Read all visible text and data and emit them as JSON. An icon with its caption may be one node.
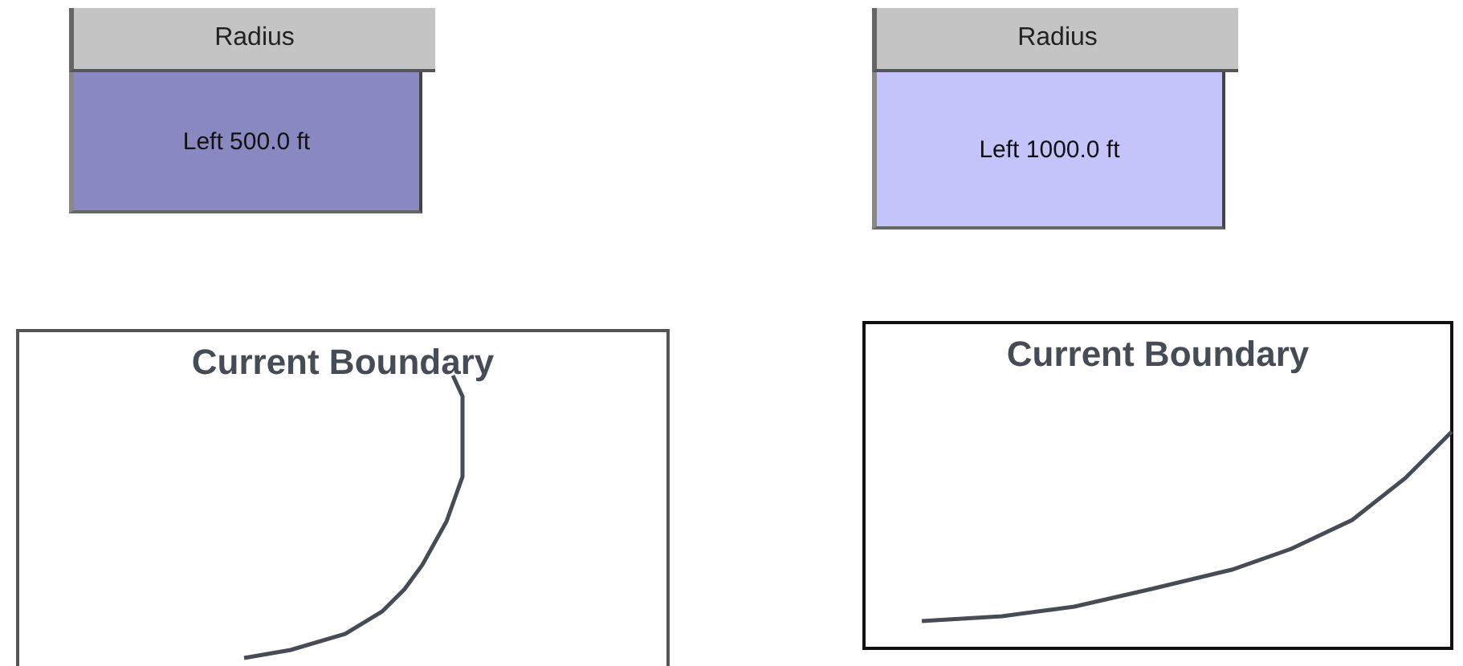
{
  "diagram": {
    "nodes": [
      {
        "text": [
          "Radius",
          "Left 500.0 ft"
        ]
      },
      {
        "text": [
          "Radius",
          "Left 1000.0 ft"
        ]
      },
      {
        "text": [
          "Current Boundary"
        ]
      },
      {
        "text": [
          "Current Boundary"
        ]
      }
    ]
  }
}
